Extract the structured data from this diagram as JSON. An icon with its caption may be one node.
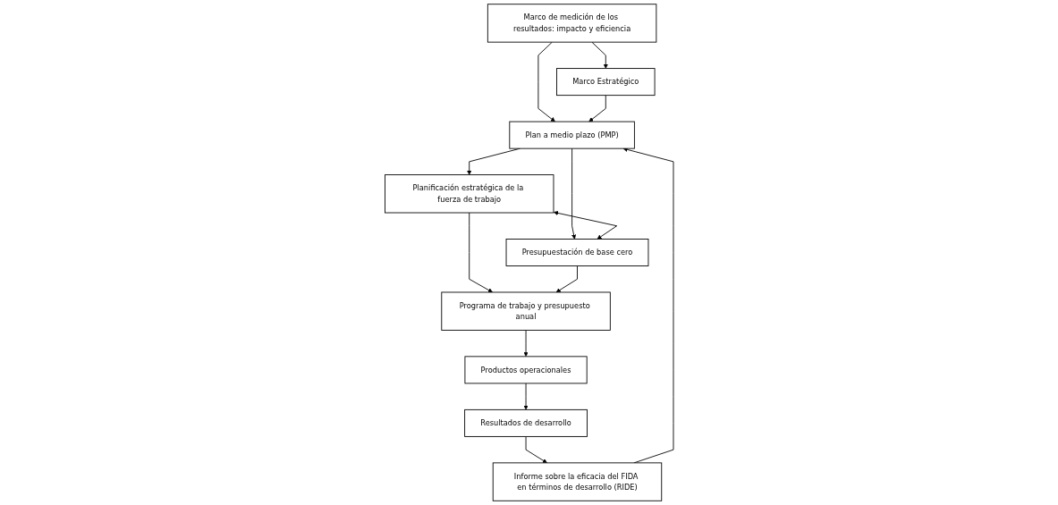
{
  "diagram": {
    "nodes": [
      {
        "text": [
          "Marco de medición de los resultados: impacto y eficiencia"
        ]
      },
      {
        "text": [
          "Marco Estratégico"
        ]
      },
      {
        "text": [
          "Plan a medio plazo (PMP)"
        ]
      },
      {
        "text": [
          "Informe sobre la eficacia del FIDA en términos de desarrollo (RIDE)"
        ]
      },
      {
        "text": [
          "Planificación estratégica de la fuerza de trabajo"
        ]
      },
      {
        "text": [
          "Presupuestación de base cero"
        ]
      },
      {
        "text": [
          "Programa de trabajo y presupuesto anual"
        ]
      },
      {
        "text": [
          "Productos operacionales"
        ]
      },
      {
        "text": [
          "Resultados de desarrollo"
        ]
      }
    ],
    "edges": [
      {
        "from": 0,
        "to": 1,
        "arrow": "to"
      },
      {
        "from": 0,
        "to": 2,
        "arrow": "to"
      },
      {
        "from": 1,
        "to": 2,
        "arrow": "to"
      },
      {
        "from": 3,
        "to": 2,
        "arrow": "to"
      },
      {
        "from": 2,
        "to": 4,
        "arrow": "to"
      },
      {
        "from": 2,
        "to": 5,
        "arrow": "to"
      },
      {
        "from": 4,
        "to": 5,
        "arrow": "both"
      },
      {
        "from": 4,
        "to": 6,
        "arrow": "to"
      },
      {
        "from": 5,
        "to": 6,
        "arrow": "to"
      },
      {
        "from": 6,
        "to": 7,
        "arrow": "to"
      },
      {
        "from": 7,
        "to": 8,
        "arrow": "to"
      },
      {
        "from": 8,
        "to": 3,
        "arrow": "to"
      }
    ]
  }
}
